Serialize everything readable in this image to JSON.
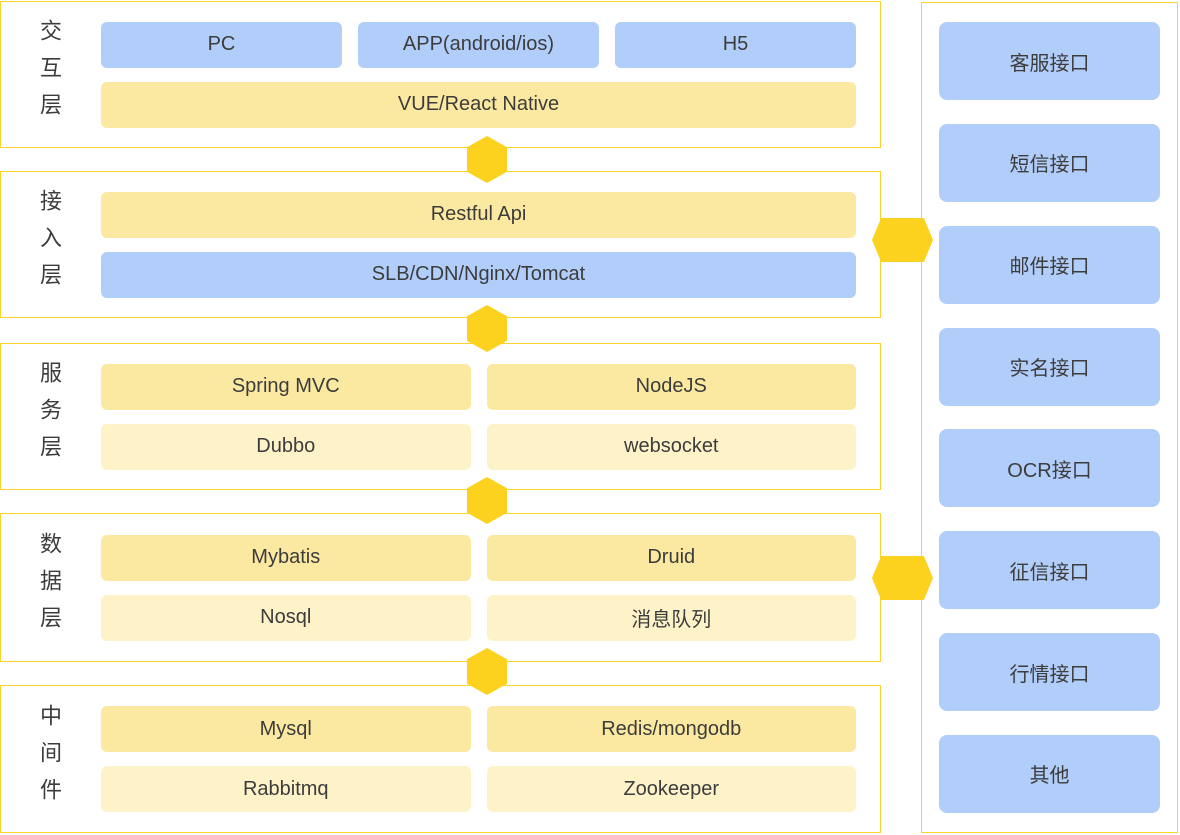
{
  "colors": {
    "accent_gold": "#fbd32c",
    "connector_gold": "#fcd21f",
    "box_blue": "#b1cdfa",
    "box_yellow": "#fce9a1",
    "box_yellow_light": "#fef3c8",
    "text": "#3c3c3c",
    "background": "#ffffff"
  },
  "layers": {
    "interaction": {
      "label": "交互层",
      "boxes": {
        "pc": "PC",
        "app": "APP(android/ios)",
        "h5": "H5",
        "vue": "VUE/React Native"
      }
    },
    "access": {
      "label": "接入层",
      "boxes": {
        "restful": "Restful Api",
        "slb": "SLB/CDN/Nginx/Tomcat"
      }
    },
    "service": {
      "label": "服务层",
      "boxes": {
        "spring": "Spring MVC",
        "nodejs": "NodeJS",
        "dubbo": "Dubbo",
        "websocket": "websocket"
      }
    },
    "data": {
      "label": "数据层",
      "boxes": {
        "mybatis": "Mybatis",
        "druid": "Druid",
        "nosql": "Nosql",
        "mq": "消息队列"
      }
    },
    "middleware": {
      "label": "中间件",
      "boxes": {
        "mysql": "Mysql",
        "redis": "Redis/mongodb",
        "rabbitmq": "Rabbitmq",
        "zookeeper": "Zookeeper"
      }
    }
  },
  "external_panel": {
    "items": {
      "customer_service": "客服接口",
      "sms": "短信接口",
      "email": "邮件接口",
      "real_name": "实名接口",
      "ocr": "OCR接口",
      "credit": "征信接口",
      "market": "行情接口",
      "other": "其他"
    }
  }
}
